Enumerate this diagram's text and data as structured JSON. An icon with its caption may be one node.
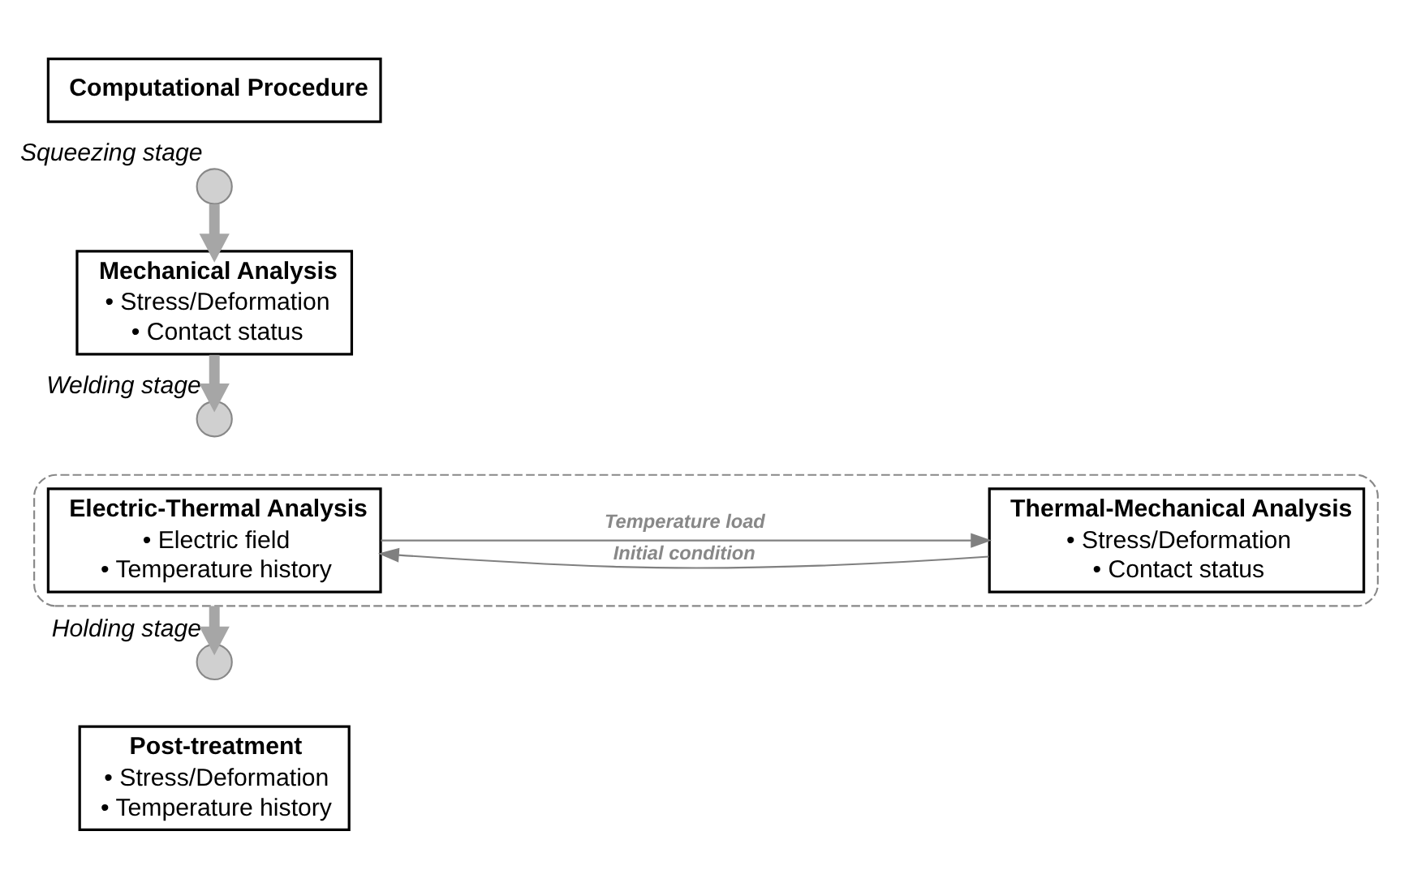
{
  "diagram": {
    "nodes": [
      {
        "text": [
          "Computational Procedure"
        ]
      },
      {
        "text": [],
        "shape": "circle",
        "beside": [
          "Squeezing stage"
        ]
      },
      {
        "text": [
          "Mechanical Analysis",
          "• Stress/Deformation",
          "• Contact status"
        ]
      },
      {
        "text": [],
        "shape": "circle",
        "beside": [
          "Welding stage"
        ]
      },
      {
        "text": [],
        "shape": "box"
      },
      {
        "text": [
          "Electric-Thermal Analysis",
          "• Electric field",
          "• Temperature history"
        ],
        "in": 4
      },
      {
        "text": [
          "Thermal-Mechanical Analysis",
          "• Stress/Deformation",
          "• Contact status"
        ],
        "in": 4
      },
      {
        "text": [],
        "shape": "circle",
        "beside": [
          "Holding stage"
        ]
      },
      {
        "text": [
          "Post-treatment",
          "• Stress/Deformation",
          "• Temperature history"
        ]
      }
    ],
    "edges": [
      {
        "from": 1,
        "to": 2,
        "arrow": "to"
      },
      {
        "from": 2,
        "to": 3,
        "arrow": "to"
      },
      {
        "from": 5,
        "to": 6,
        "arrow": "to",
        "label": "Temperature load",
        "color": "#808080"
      },
      {
        "from": 6,
        "to": 5,
        "arrow": "to",
        "label": "Initial condition",
        "color": "#808080"
      },
      {
        "from": 4,
        "to": 7,
        "arrow": "to"
      }
    ]
  }
}
